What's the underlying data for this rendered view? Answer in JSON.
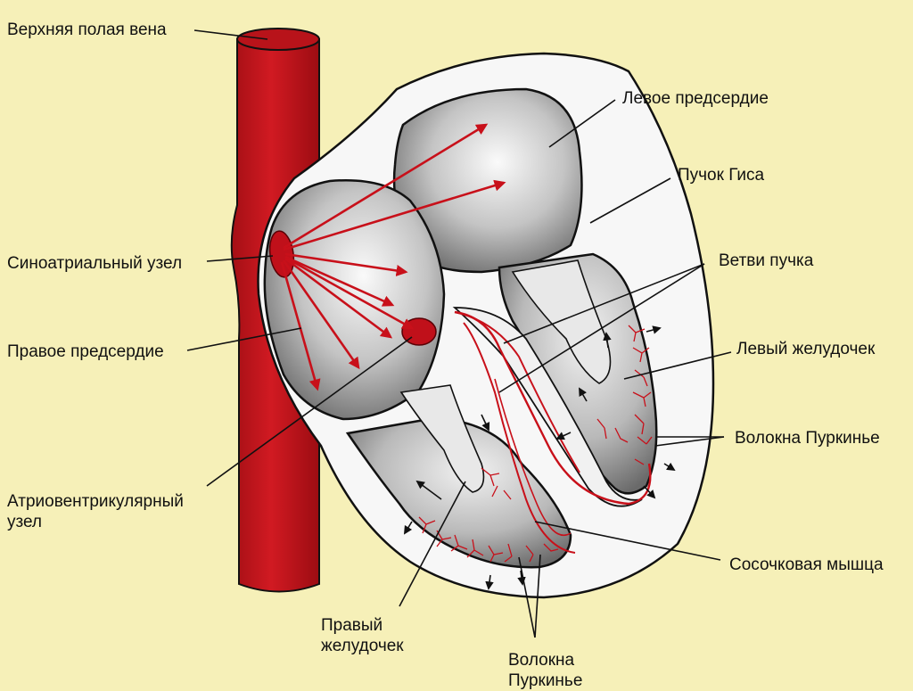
{
  "labels": {
    "superior_vena_cava": "Верхняя полая вена",
    "left_atrium": "Левое предсердие",
    "bundle_of_his": "Пучок Гиса",
    "bundle_branches": "Ветви пучка",
    "sinoatrial_node": "Синоатриальный узел",
    "left_ventricle": "Левый желудочек",
    "right_atrium": "Правое предсердие",
    "purkinje_fibers_right": "Волокна Пуркинье",
    "av_node": "Атриовентрикулярный\nузел",
    "papillary_muscle": "Сосочковая мышца",
    "right_ventricle": "Правый\nжелудочек",
    "purkinje_fibers_bottom": "Волокна\nПуркинье"
  },
  "colors": {
    "background": "#f6f0b8",
    "vessel": "#c0141c",
    "conduction": "#c8101a",
    "chamber": "#b8b8b8",
    "outline": "#111111",
    "heart_wall": "#f7f7f7"
  }
}
